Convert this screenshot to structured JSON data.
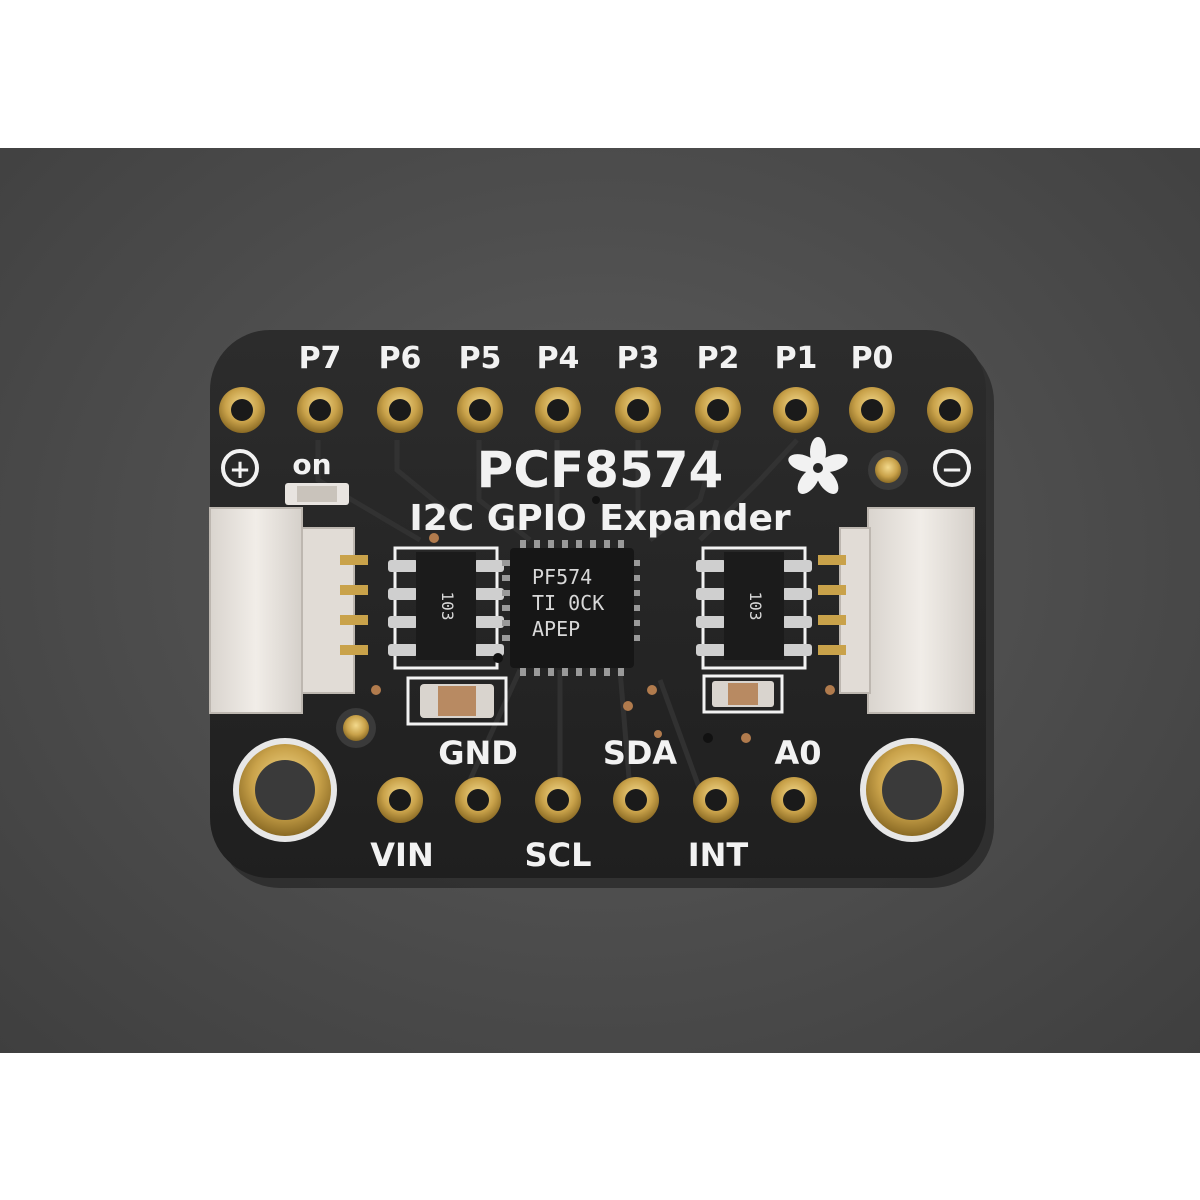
{
  "board": {
    "title": "PCF8574",
    "subtitle": "I2C GPIO Expander",
    "top_pins": [
      "P7",
      "P6",
      "P5",
      "P4",
      "P3",
      "P2",
      "P1",
      "P0"
    ],
    "bottom_labels_upper": [
      "GND",
      "SDA",
      "A0"
    ],
    "bottom_labels_lower": [
      "VIN",
      "SCL",
      "INT"
    ],
    "power_label": "on",
    "plus_symbol": "+",
    "minus_symbol": "−",
    "chip_text": [
      "PF574",
      "TI 0CK",
      "APEP"
    ],
    "resistor_code": "103"
  },
  "colors": {
    "background_surface": "#4f4f4f",
    "pcb": "#262626",
    "silkscreen": "#f2f2f2",
    "gold": "#c9a24a",
    "connector": "#e8e4e0"
  }
}
